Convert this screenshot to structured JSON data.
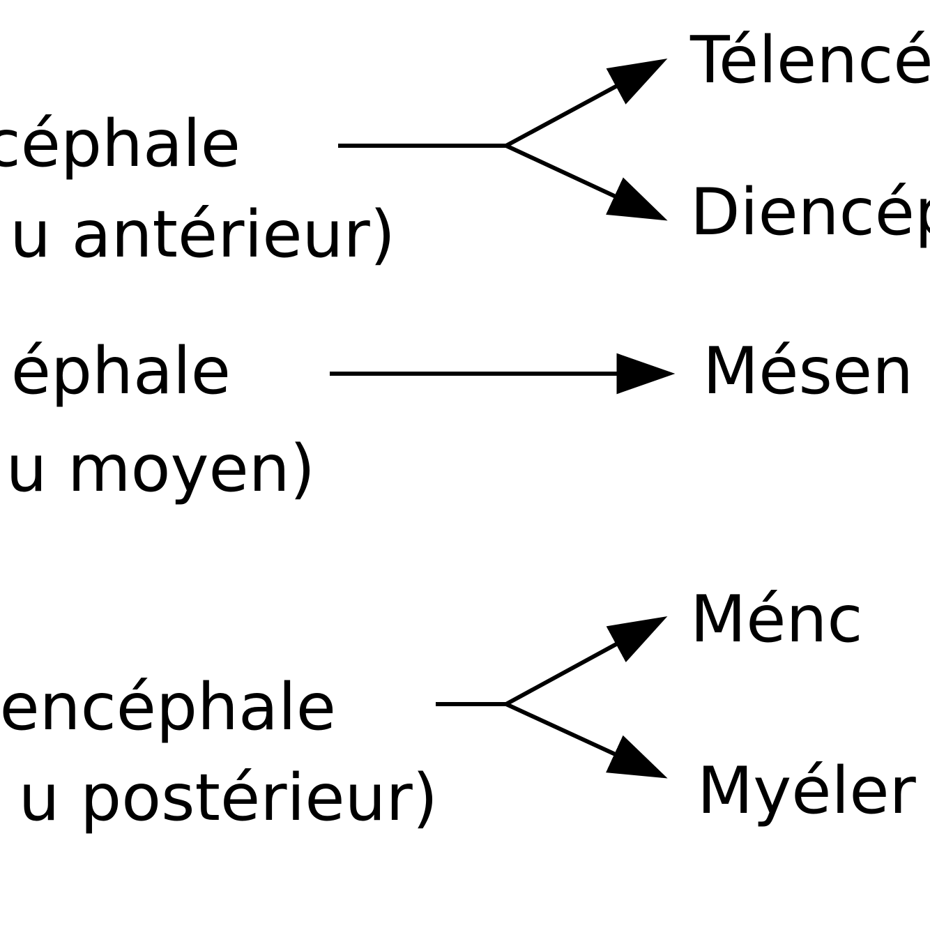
{
  "colors": {
    "background": "#ffffff",
    "ink": "#000000"
  },
  "sources": {
    "prosencephale": {
      "line1": "céphale",
      "line2": "u antérieur)"
    },
    "mesencephale": {
      "line1": "éphale",
      "line2": "u moyen)"
    },
    "rhombencephale": {
      "line1": "encéphale",
      "line2": "u postérieur)"
    }
  },
  "targets": {
    "telencephale": "Télencé",
    "diencephale": "Diencép",
    "mesencephale": "Mésen",
    "metencephale": "Ménc",
    "myelencephale": "Myéler"
  },
  "connections": [
    {
      "from": "prosencephale",
      "to": [
        "telencephale",
        "diencephale"
      ]
    },
    {
      "from": "mesencephale",
      "to": [
        "mesencephale"
      ]
    },
    {
      "from": "rhombencephale",
      "to": [
        "metencephale",
        "myelencephale"
      ]
    }
  ]
}
